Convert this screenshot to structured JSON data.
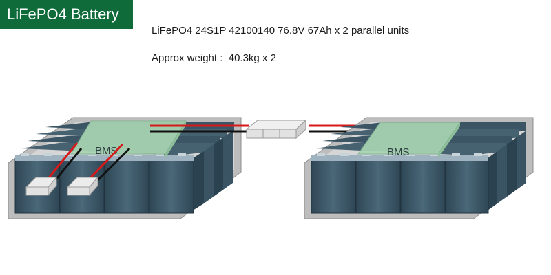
{
  "header": {
    "badge_title": "LiFePO4 Battery"
  },
  "specs": {
    "model_line": "LiFePO4 24S1P 42100140 76.8V 67Ah x 2 parallel units",
    "weight_line": "Approx weight :  40.3kg x 2"
  },
  "diagram": {
    "left_unit": {
      "bms_label": "BMS"
    },
    "right_unit": {
      "bms_label": "BMS"
    },
    "colors": {
      "cell": "#3f5a6a",
      "cell_dark": "#2b4250",
      "cell_top": "#9fb2bf",
      "tray": "#bcbcbc",
      "bms_board": "#a9d4b3",
      "wire_positive": "#d61a1a",
      "wire_negative": "#111111",
      "connector": "#e8e8e8"
    }
  }
}
